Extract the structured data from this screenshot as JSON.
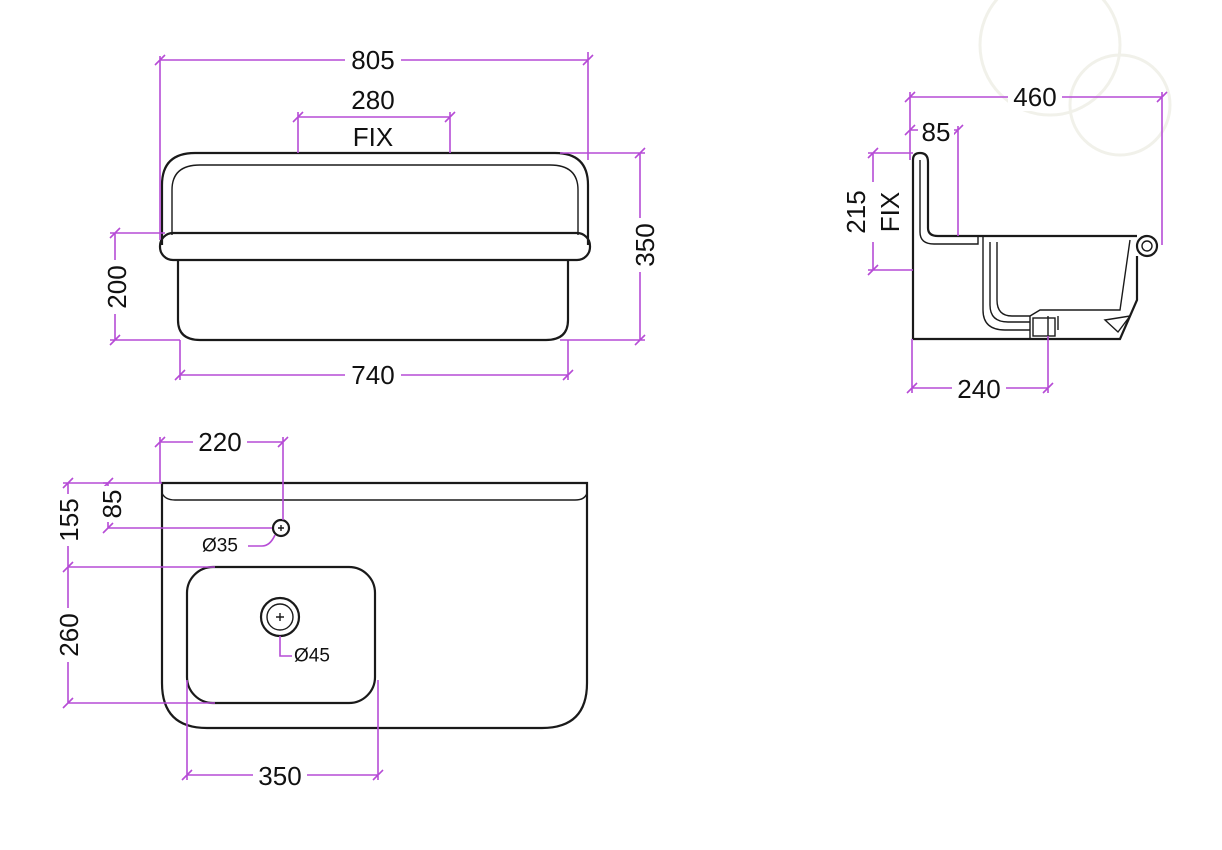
{
  "drawing": {
    "front_view": {
      "overall_width": "805",
      "fix_spacing": "280",
      "fix_label": "FIX",
      "overall_height": "350",
      "rim_to_bottom": "200",
      "bowl_width": "740"
    },
    "side_view": {
      "depth": "460",
      "back_wall": "85",
      "fix_height": "215",
      "fix_label": "FIX",
      "drain_offset": "240"
    },
    "plan_view": {
      "tap_offset_x": "220",
      "tap_offset_y": "85",
      "basin_offset_y": "155",
      "tap_hole_diameter": "Ø35",
      "basin_depth": "260",
      "drain_diameter": "Ø45",
      "basin_width": "350"
    },
    "colors": {
      "outline": "#1a1a1a",
      "dimension": "#b64cd6"
    }
  }
}
